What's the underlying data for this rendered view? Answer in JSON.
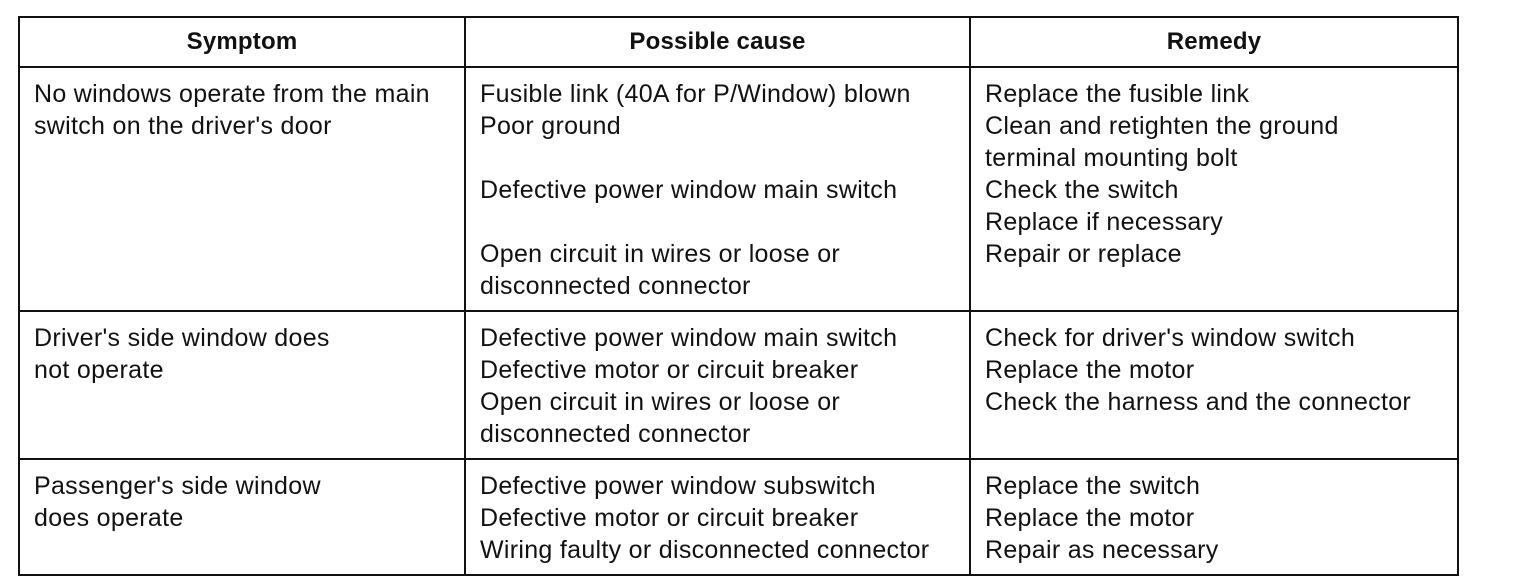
{
  "table": {
    "headers": [
      "Symptom",
      "Possible cause",
      "Remedy"
    ],
    "rows": [
      {
        "symptom": [
          "No windows operate from the main",
          "switch on the driver's door"
        ],
        "cause": [
          "Fusible link (40A for P/Window) blown",
          "Poor ground",
          "",
          "Defective power window main switch",
          "",
          "Open circuit in wires or loose or",
          "disconnected connector"
        ],
        "remedy": [
          "Replace the fusible link",
          "Clean and retighten the ground",
          "terminal mounting bolt",
          "Check the switch",
          "Replace if necessary",
          "Repair or replace"
        ]
      },
      {
        "symptom": [
          "Driver's side window does",
          "not operate"
        ],
        "cause": [
          "Defective power window main switch",
          "Defective motor or circuit breaker",
          "Open circuit in wires or loose or",
          "disconnected connector"
        ],
        "remedy": [
          "Check for driver's window switch",
          "Replace the motor",
          "Check the harness and the connector"
        ]
      },
      {
        "symptom": [
          "Passenger's side window",
          "does operate"
        ],
        "cause": [
          "Defective power window subswitch",
          "Defective motor or circuit breaker",
          "Wiring faulty or disconnected connector"
        ],
        "remedy": [
          "Replace the switch",
          "Replace the motor",
          "Repair as necessary"
        ]
      }
    ]
  }
}
